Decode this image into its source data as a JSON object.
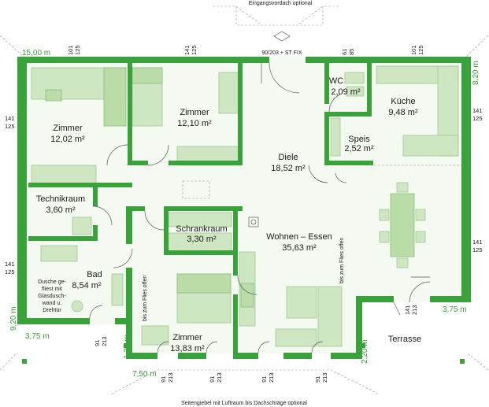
{
  "top_note": "Eingangsvordach optional",
  "bottom_note": "Seitengiebel mit Luftraum bis Dachschräge optional",
  "entrance_door": "90/203 + ST FIX",
  "dimensions": {
    "width_total": "15,00 m",
    "depth_total": "9,20 m",
    "right_top": "8,20 m",
    "left_bottom": "3,75 m",
    "right_bottom": "3,75 m",
    "bottom_width": "7,50 m",
    "height_left": "1,20 m",
    "height_right": "2,20 m"
  },
  "windows": {
    "top": [
      {
        "w": "101",
        "h": "125"
      },
      {
        "w": "141",
        "h": "125"
      },
      {
        "w": "61",
        "h": "85"
      },
      {
        "w": "101",
        "h": "125"
      }
    ],
    "left": [
      {
        "w": "141",
        "h": "125"
      },
      {
        "w": "141",
        "h": "125"
      }
    ],
    "right": [
      {
        "w": "141",
        "h": "125"
      },
      {
        "w": "141",
        "h": "125"
      }
    ],
    "bottom": [
      {
        "w": "91",
        "h": "213"
      },
      {
        "w": "91",
        "h": "213"
      },
      {
        "w": "91",
        "h": "213"
      },
      {
        "w": "91",
        "h": "213"
      },
      {
        "w": "91",
        "h": "213"
      },
      {
        "w": "141",
        "h": "213"
      }
    ]
  },
  "rooms": {
    "zimmer1": {
      "name": "Zimmer",
      "area": "12,02 m²"
    },
    "zimmer2": {
      "name": "Zimmer",
      "area": "12,10 m²"
    },
    "wc": {
      "name": "WC",
      "area": "2,09 m²"
    },
    "kueche": {
      "name": "Küche",
      "area": "9,48 m²"
    },
    "speis": {
      "name": "Speis",
      "area": "2,52 m²"
    },
    "diele": {
      "name": "Diele",
      "area": "18,52 m²"
    },
    "technik": {
      "name": "Technikraum",
      "area": "3,60 m²"
    },
    "schrank": {
      "name": "Schrankraum",
      "area": "3,30 m²"
    },
    "wohnen": {
      "name": "Wohnen – Essen",
      "area": "35,63 m²"
    },
    "bad": {
      "name": "Bad",
      "area": "8,54 m²"
    },
    "zimmer3": {
      "name": "Zimmer",
      "area": "13,83 m²"
    },
    "terrasse": {
      "name": "Terrasse"
    }
  },
  "notes": {
    "dusche": [
      "Dusche ge-",
      "fliest mit",
      "Glasdusch-",
      "wand u.",
      "Drehtür"
    ],
    "flies_offen_1": "bis zum Flies offen",
    "flies_offen_2": "bis zum Flies offen"
  }
}
